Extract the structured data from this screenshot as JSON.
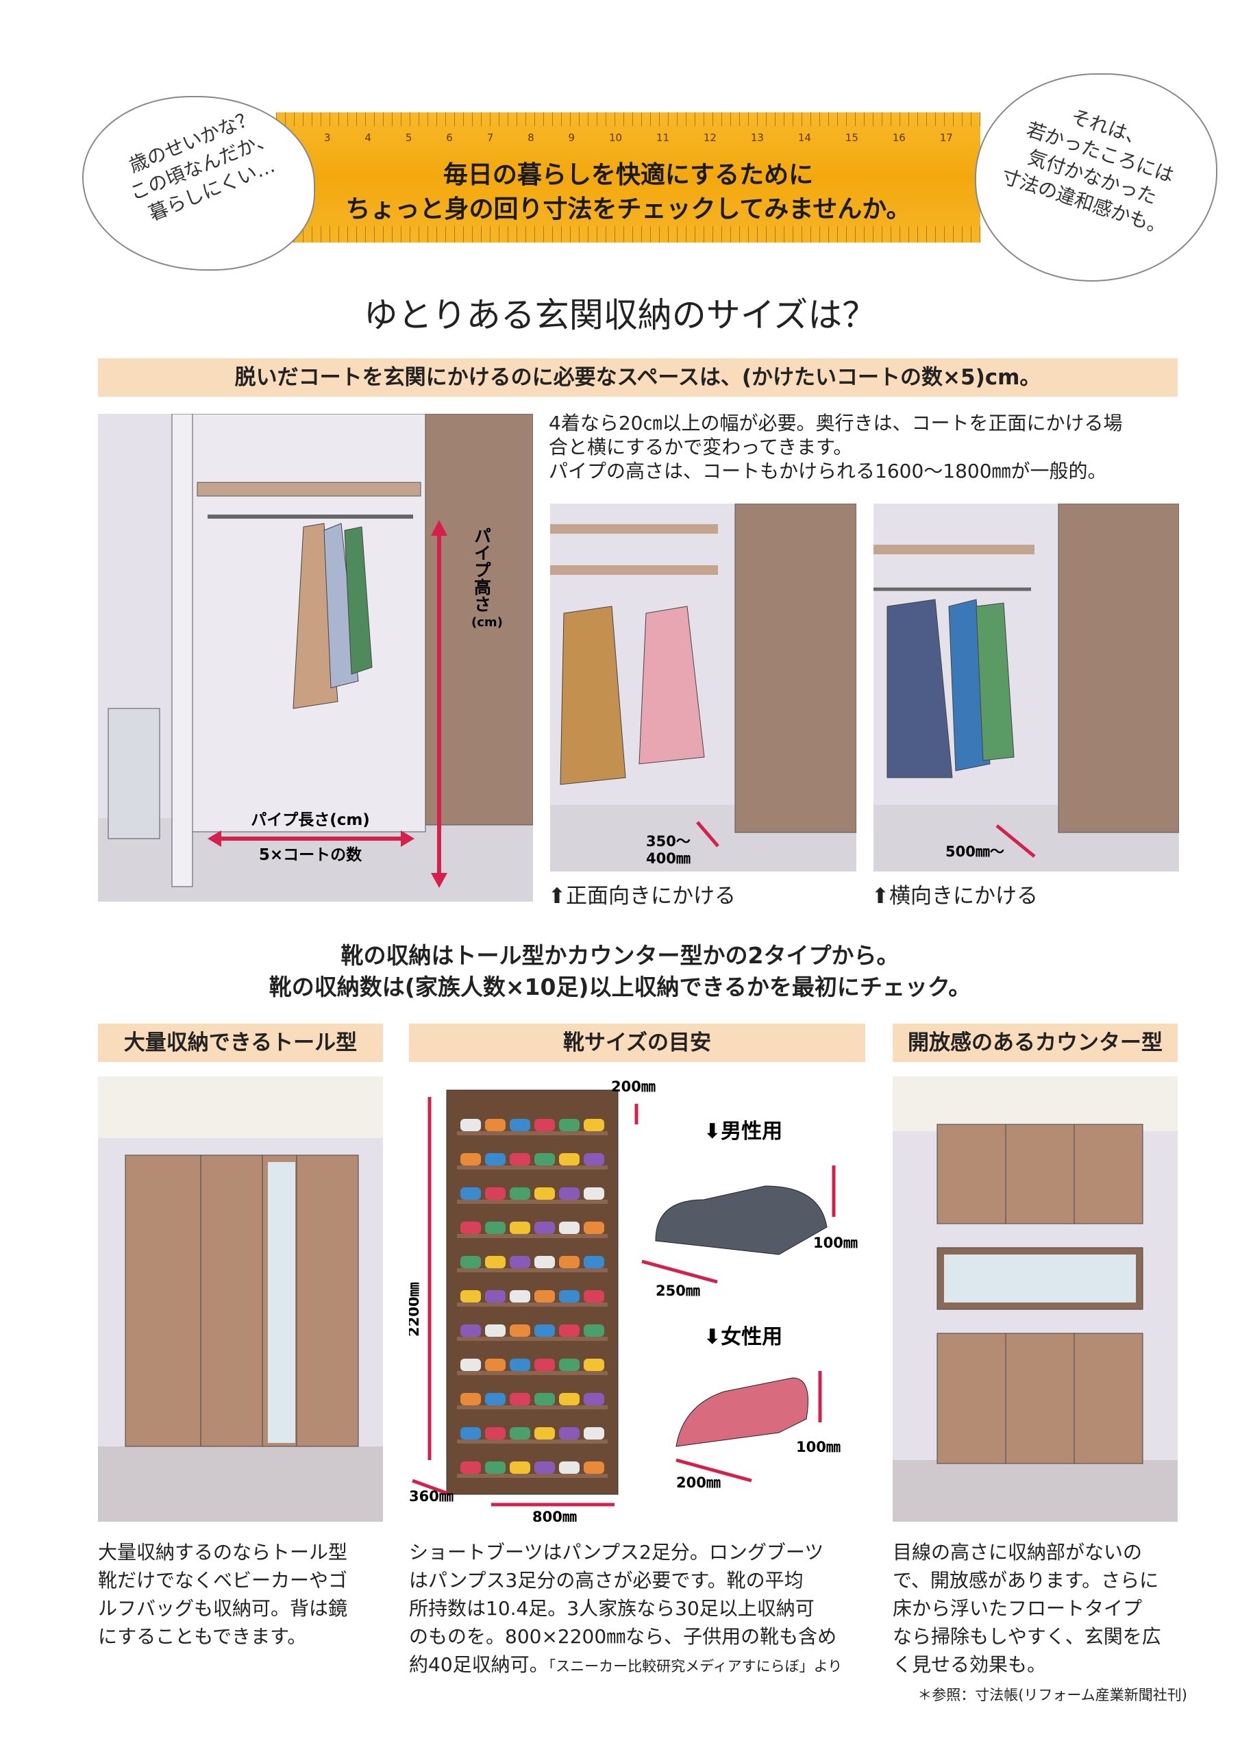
{
  "header": {
    "ruler_numbers": [
      "3",
      "4",
      "5",
      "6",
      "7",
      "8",
      "9",
      "10",
      "11",
      "12",
      "13",
      "14",
      "15",
      "16",
      "17"
    ],
    "line1": "毎日の暮らしを快適にするために",
    "line2": "ちょっと身の回り寸法をチェックしてみませんか。",
    "bubble_left": "歳のせいかな？\nこの頃なんだか、\n暮らしにくい…",
    "bubble_right": "それは、\n若かったころには\n気付かなかった\n寸法の違和感かも。"
  },
  "title": "ゆとりある玄関収納のサイズは？",
  "coat": {
    "band": "脱いだコートを玄関にかけるのに必要なスペースは、(かけたいコートの数×5)cm。",
    "paragraph": [
      "4着なら20㎝以上の幅が必要。奥行きは、コートを正面にかける場",
      "合と横にするかで変わってきます。",
      "パイプの高さは、コートもかけられる1600～1800㎜が一般的。"
    ],
    "pipe_height_label": "パイプ高さ",
    "pipe_height_unit": "(cm)",
    "pipe_length_label": "パイプ長さ(cm)",
    "pipe_length_formula": "5×コートの数",
    "front_depth_a": "350～",
    "front_depth_b": "400㎜",
    "side_depth": "500㎜～",
    "caption_front": "正面向きにかける",
    "caption_side": "横向きにかける"
  },
  "shoe": {
    "heading1": "靴の収納はトール型かカウンター型かの2タイプから。",
    "heading2": "靴の収納数は(家族人数×10足)以上収納できるかを最初にチェック。",
    "tall_header": "大量収納できるトール型",
    "size_header": "靴サイズの目安",
    "counter_header": "開放感のあるカウンター型",
    "dim_shelf": "200㎜",
    "dim_height": "2200㎜",
    "dim_depth": "360㎜",
    "dim_width": "800㎜",
    "men_label": "男性用",
    "men_height": "100㎜",
    "men_length": "250㎜",
    "women_label": "女性用",
    "women_height": "100㎜",
    "women_length": "200㎜",
    "tall_text": [
      "大量収納するのならトール型",
      "靴だけでなくベビーカーやゴ",
      "ルフバッグも収納可。背は鏡",
      "にすることもできます。"
    ],
    "size_text": [
      "ショートブーツはパンプス2足分。ロングブーツ",
      "はパンプス3足分の高さが必要です。靴の平均",
      "所持数は10.4足。3人家族なら30足以上収納可",
      "のものを。800×2200㎜なら、子供用の靴も含め",
      "約40足収納可。"
    ],
    "size_source": "「スニーカー比較研究メディアすにらぼ」より",
    "counter_text": [
      "目線の高さに収納部がないの",
      "で、開放感があります。さらに",
      "床から浮いたフロートタイプ",
      "なら掃除もしやすく、玄関を広",
      "く見せる効果も。"
    ],
    "reference": "＊参照：寸法帳(リフォーム産業新聞社刊)"
  },
  "colors": {
    "ruler": "#f3a80e",
    "band": "#f9dcbc",
    "arrow": "#d4204a",
    "wood": "#b48c74"
  }
}
